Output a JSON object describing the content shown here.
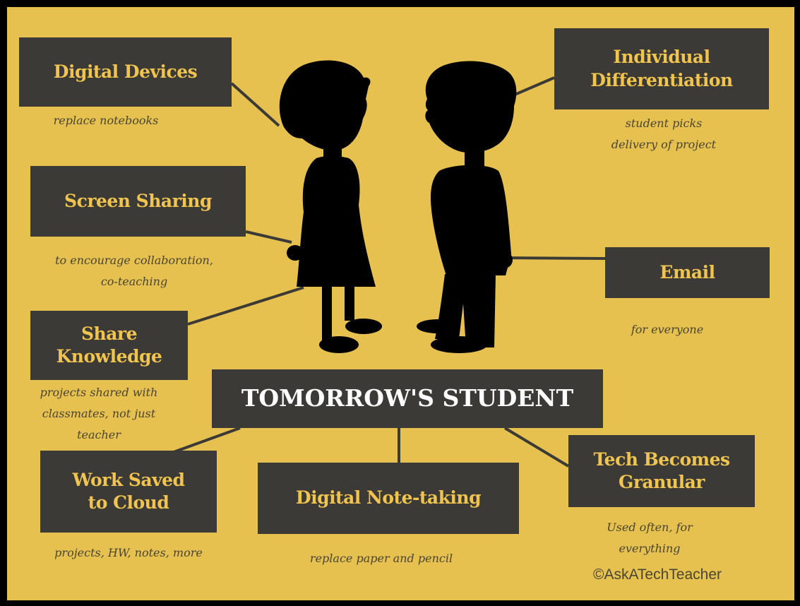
{
  "title": "TOMORROW'S STUDENT",
  "items": [
    {
      "label": "Digital Devices",
      "note": "replace notebooks"
    },
    {
      "label": "Individual\nDifferentiation",
      "note": "student picks\ndelivery of project"
    },
    {
      "label": "Screen Sharing",
      "note": "to encourage collaboration,\nco-teaching"
    },
    {
      "label": "Email",
      "note": "for everyone"
    },
    {
      "label": "Share\nKnowledge",
      "note": "projects shared with\nclassmates, not just\nteacher"
    },
    {
      "label": "Work Saved\nto Cloud",
      "note": "projects, HW, notes, more"
    },
    {
      "label": "Digital Note-taking",
      "note": "replace paper and pencil"
    },
    {
      "label": "Tech Becomes\nGranular",
      "note": "Used often, for\neverything"
    }
  ],
  "credit": "©AskATechTeacher",
  "colors": {
    "background": "#e6c14f",
    "box": "#3b3a36",
    "box_text": "#f0c44e",
    "title_text": "#ffffff",
    "silhouette": "#000000"
  }
}
